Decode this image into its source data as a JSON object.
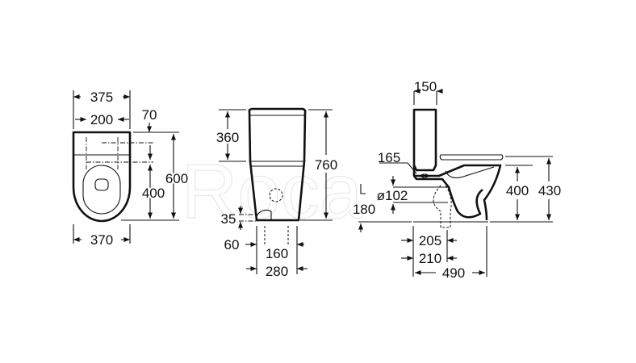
{
  "watermark": "Roca",
  "top_view": {
    "width_top": "375",
    "hole_spacing": "200",
    "hole_offset": "70",
    "length": "600",
    "seat_fixing": "400",
    "width_bowl": "370"
  },
  "front_view": {
    "tank_height": "360",
    "total_height": "760",
    "inlet_height": "35",
    "inlet_offset": "60",
    "fix_spacing": "160",
    "base_width": "280"
  },
  "side_view": {
    "tank_depth": "150",
    "outlet_offset": "165",
    "outlet_diameter": "ø102",
    "outlet_height": "180",
    "rim_height": "400",
    "seat_height": "430",
    "outlet_205": "205",
    "outlet_210": "210",
    "total_depth": "490"
  }
}
